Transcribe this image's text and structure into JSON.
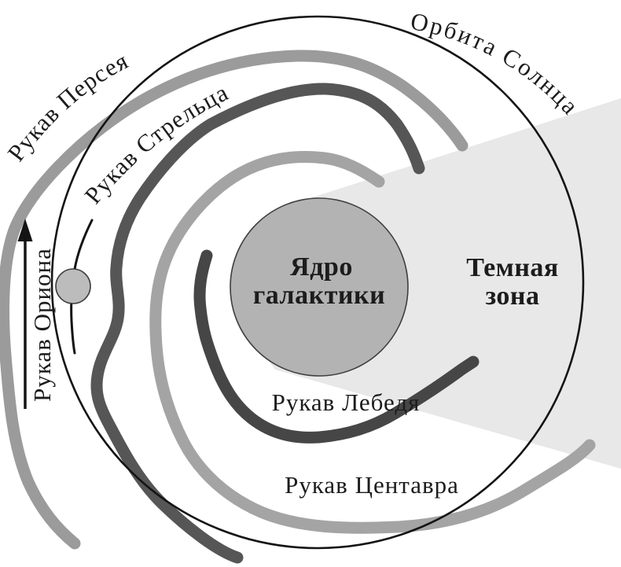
{
  "figure": {
    "labels": {
      "orbit": "Орбита Солнца",
      "perseus_arm": "Рукав Персея",
      "sagittarius_arm": "Рукав Стрельца",
      "orion_arm": "Рукав Ориона",
      "core_line1": "Ядро",
      "core_line2": "галактики",
      "dark_zone_line1": "Темная",
      "dark_zone_line2": "зона",
      "cygnus_arm": "Рукав Лебедя",
      "centaurus_arm": "Рукав Центавра"
    },
    "colors": {
      "background": "#ffffff",
      "dark_zone_fill": "#e8e8e8",
      "orbit_line": "#141414",
      "perseus_arm": "#9b9b9b",
      "sagittarius_arm": "#565656",
      "centaurus_arm": "#a4a4a4",
      "cygnus_arm": "#464646",
      "core_fill": "#b3b3b3",
      "core_stroke": "#3e3e3e",
      "sun_fill": "#bcbcbc",
      "sun_stroke": "#3e3e3e",
      "orion_line": "#141414",
      "arrow": "#141414",
      "text": "#1c1c1c"
    }
  }
}
